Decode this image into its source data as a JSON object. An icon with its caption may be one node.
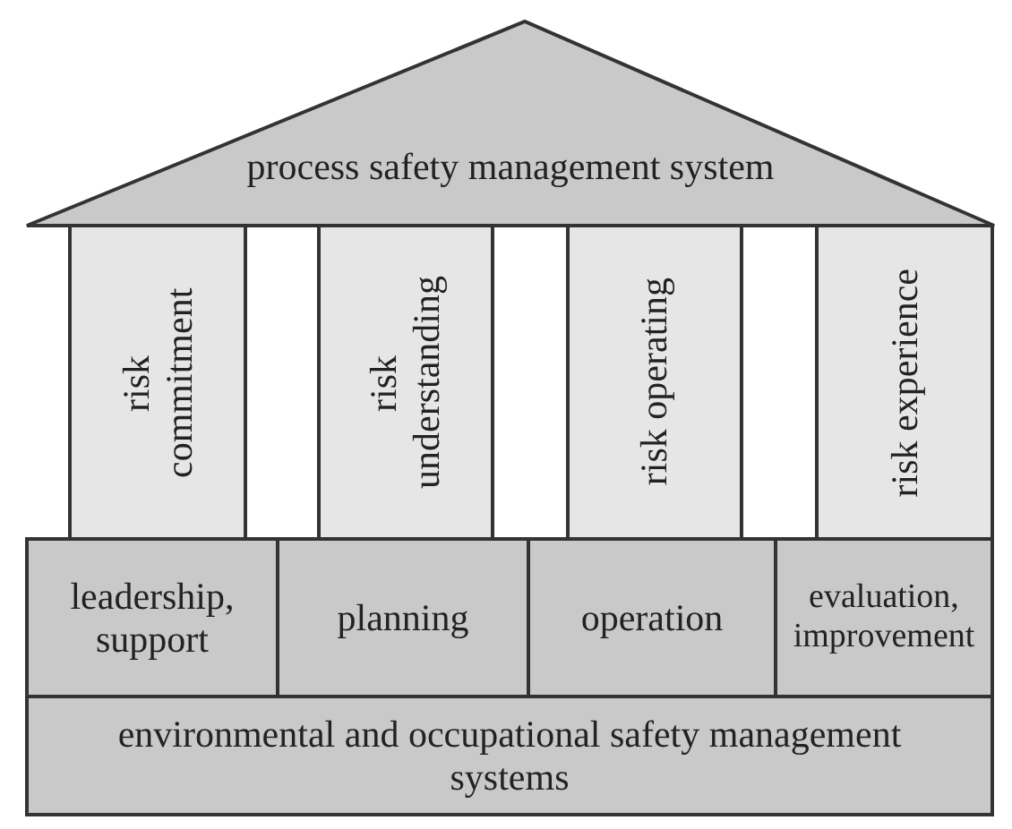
{
  "diagram": {
    "nodes": [
      {
        "text": [
          "process safety management system"
        ]
      },
      {
        "text": [
          "risk commitment"
        ]
      },
      {
        "text": [
          "risk understanding"
        ]
      },
      {
        "text": [
          "risk operating"
        ]
      },
      {
        "text": [
          "risk experience"
        ]
      },
      {
        "text": [
          "leadership, support"
        ]
      },
      {
        "text": [
          "planning"
        ]
      },
      {
        "text": [
          "operation"
        ]
      },
      {
        "text": [
          "evaluation, improvement"
        ]
      },
      {
        "text": [
          "environmental and occupational safety management systems"
        ]
      }
    ],
    "edges": []
  }
}
